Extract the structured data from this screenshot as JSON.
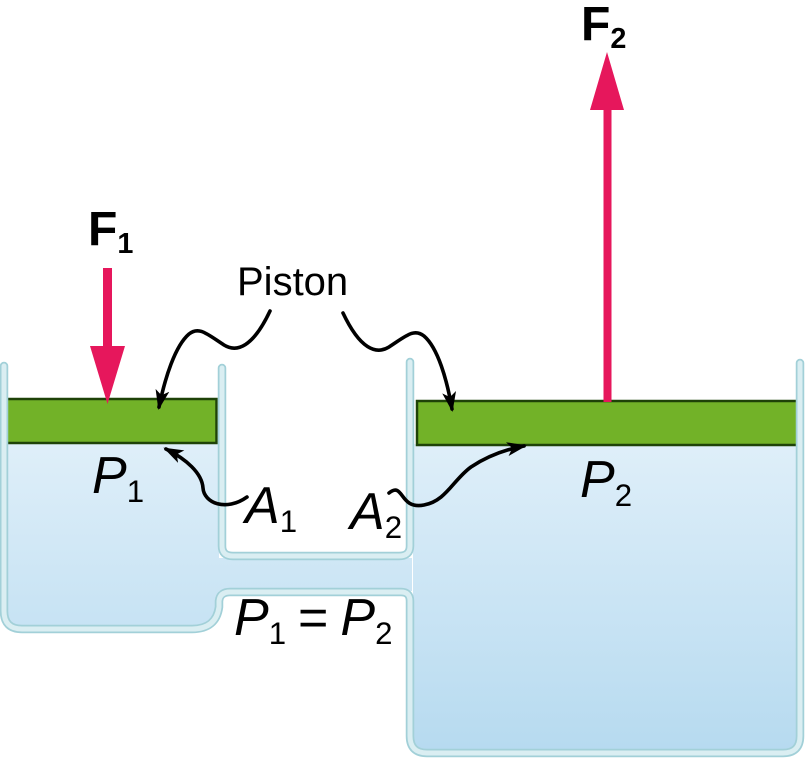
{
  "diagram": {
    "piston_label": "Piston",
    "f1": {
      "main": "F",
      "sub": "1"
    },
    "f2": {
      "main": "F",
      "sub": "2"
    },
    "p1": {
      "main": "P",
      "sub": "1"
    },
    "p2": {
      "main": "P",
      "sub": "2"
    },
    "a1": {
      "main": "A",
      "sub": "1"
    },
    "a2": {
      "main": "A",
      "sub": "2"
    },
    "equation": {
      "lhs": {
        "main": "P",
        "sub": "1"
      },
      "op": "=",
      "rhs": {
        "main": "P",
        "sub": "2"
      }
    },
    "colors": {
      "background": "#ffffff",
      "force_arrow": "#e6175c",
      "piston_fill": "#72b228",
      "piston_border": "#1e4208",
      "wall_fill": "#daeef2",
      "wall_edge": "#a2d0d8",
      "fluid_top": "#e7f3fb",
      "fluid_bottom": "#b4d9ef",
      "annotation": "#000000"
    }
  }
}
